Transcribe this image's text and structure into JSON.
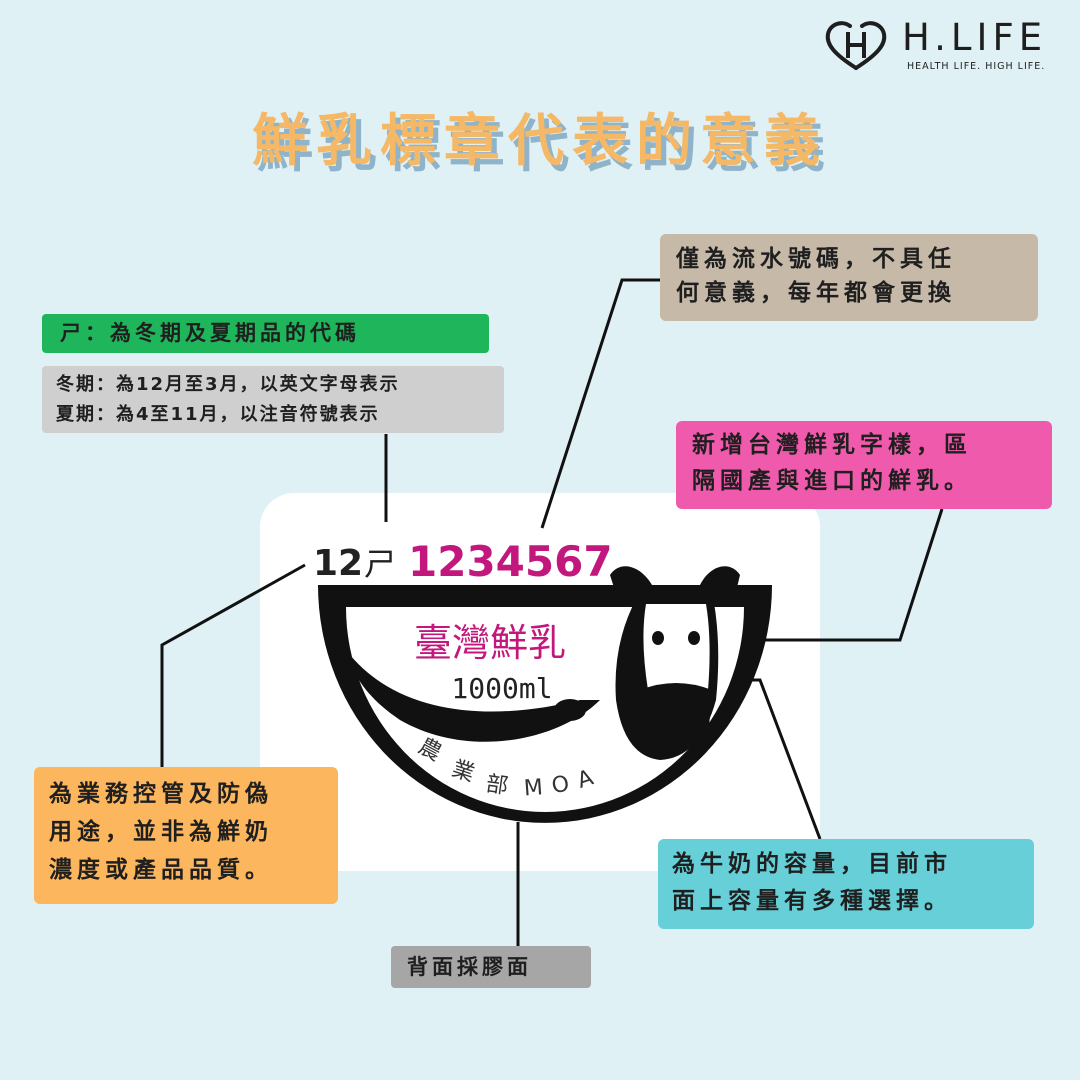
{
  "brand": {
    "name": "H.LIFE",
    "tagline": "HEALTH LIFE. HIGH LIFE."
  },
  "title": "鮮乳標章代表的意義",
  "label": {
    "season_number": "12",
    "season_code": "ㄕ",
    "serial_number": "1234567",
    "taiwan_text": "臺灣鮮乳",
    "volume_text": "1000ml",
    "agency_chars": [
      "農",
      "業",
      "部"
    ],
    "agency_abbr": [
      "M",
      "O",
      "A"
    ]
  },
  "callouts": {
    "serial_lines": [
      "僅為流水號碼，不具任",
      "何意義，每年都會更換"
    ],
    "season_title": "ㄕ：為冬期及夏期品的代碼",
    "season_detail_lines": [
      "冬期：為12月至3月，以英文字母表示",
      "夏期：為4至11月，以注音符號表示"
    ],
    "taiwan_lines": [
      "新增台灣鮮乳字樣，區",
      "隔國產與進口的鮮乳。"
    ],
    "control_lines": [
      "為業務控管及防偽",
      "用途，並非為鮮奶",
      "濃度或產品品質。"
    ],
    "volume_lines": [
      "為牛奶的容量，目前市",
      "面上容量有多種選擇。"
    ],
    "back_text": "背面採膠面"
  },
  "colors": {
    "background": "#dff1f4",
    "title": "#f4b866",
    "title_shadow": "#8fb3c9",
    "magenta": "#c2187e",
    "serial_box": "#c6b9a8",
    "season_box": "#1fb55b",
    "detail_box": "#cfcfcf",
    "taiwan_box": "#f05aac",
    "control_box": "#fcb65d",
    "volume_box": "#66cfd8",
    "back_box": "#a6a6a6"
  },
  "icons": [
    "heart-h-logo-icon",
    "cow-head-icon"
  ]
}
